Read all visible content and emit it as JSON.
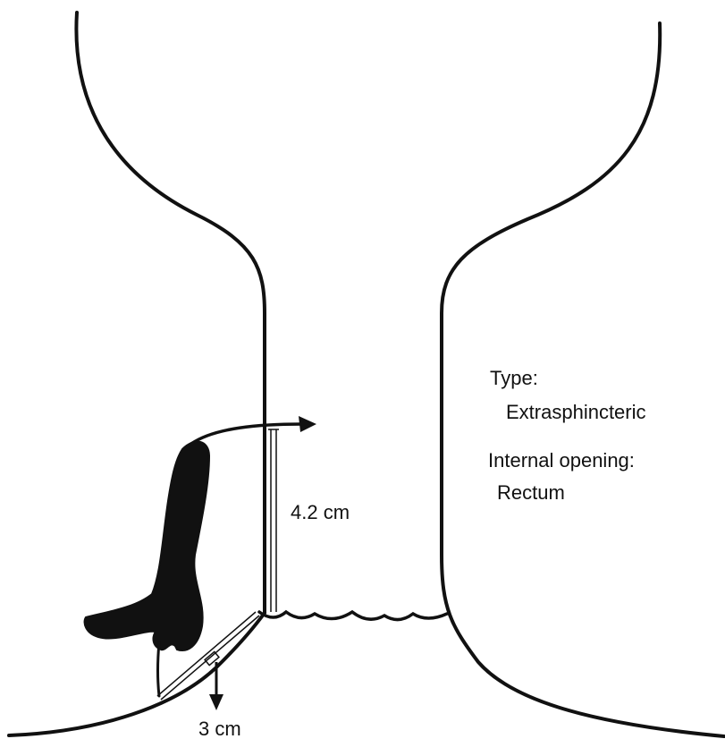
{
  "figure": {
    "labels": {
      "type_heading": "Type:",
      "type_value": "Extrasphincteric",
      "opening_heading": "Internal opening:",
      "opening_value": "Rectum",
      "height_measure": "4.2 cm",
      "depth_measure": "3 cm"
    },
    "colors": {
      "ink": "#111111",
      "background": "#ffffff"
    }
  }
}
